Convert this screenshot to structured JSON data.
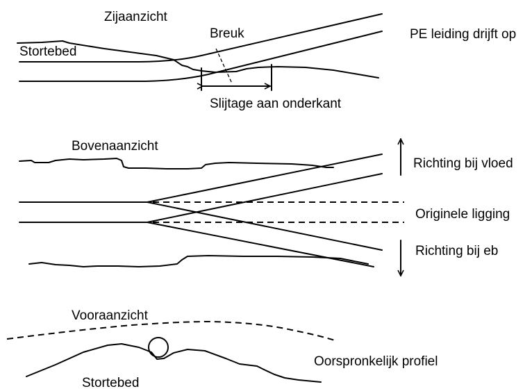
{
  "side_view": {
    "title": "Zijaanzicht",
    "bed_label": "Stortebed",
    "break_label": "Breuk",
    "wear_label": "Slijtage aan onderkant",
    "pipe_label": "PE leiding drijft op"
  },
  "top_view": {
    "title": "Bovenaanzicht",
    "flood_label": "Richting bij vloed",
    "original_label": "Originele ligging",
    "ebb_label": "Richting bij eb"
  },
  "front_view": {
    "title": "Vooraanzicht",
    "profile_label": "Oorspronkelijk profiel",
    "bed_label": "Stortebed"
  }
}
